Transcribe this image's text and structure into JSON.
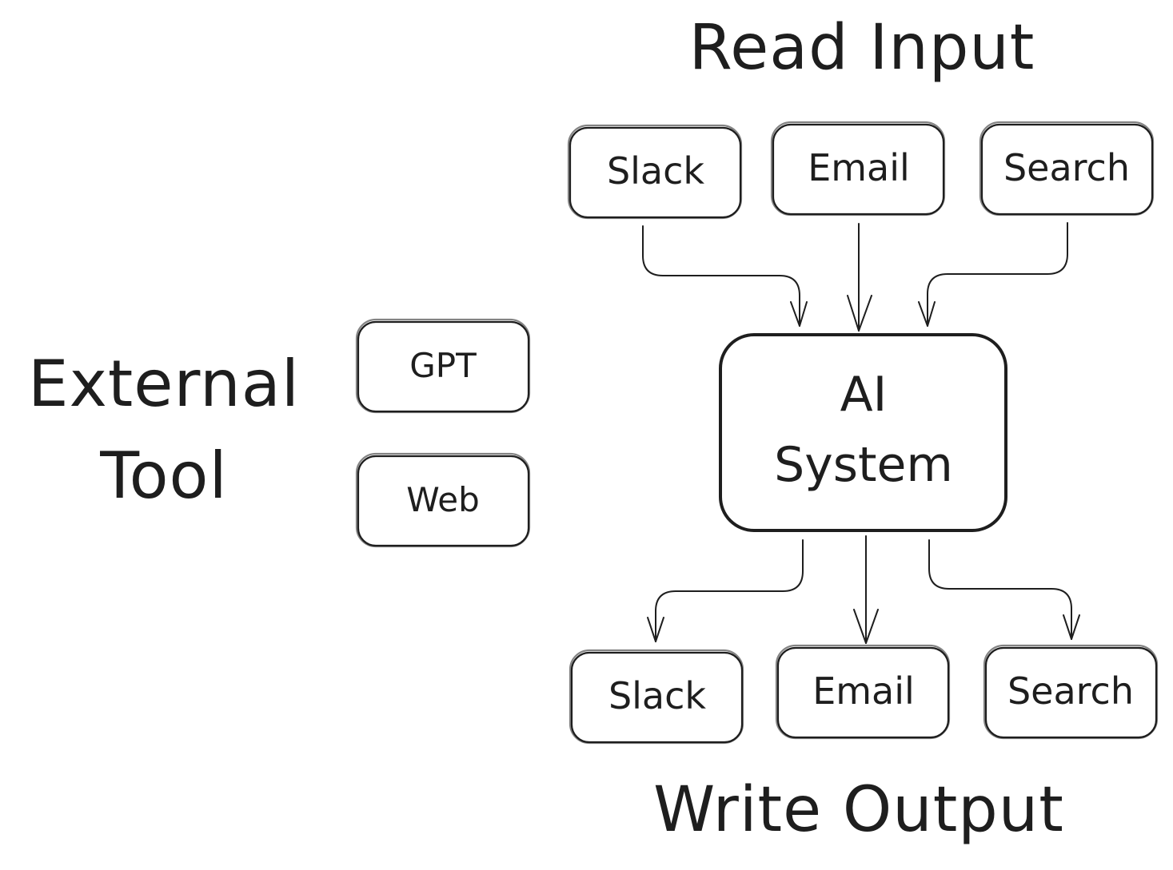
{
  "headings": {
    "input": "Read Input",
    "output": "Write Output"
  },
  "external": {
    "label_line1": "External",
    "label_line2": "Tool",
    "tools": [
      "GPT",
      "Web"
    ]
  },
  "core": {
    "line1": "AI",
    "line2": "System"
  },
  "inputs": [
    "Slack",
    "Email",
    "Search"
  ],
  "outputs": [
    "Slack",
    "Email",
    "Search"
  ]
}
